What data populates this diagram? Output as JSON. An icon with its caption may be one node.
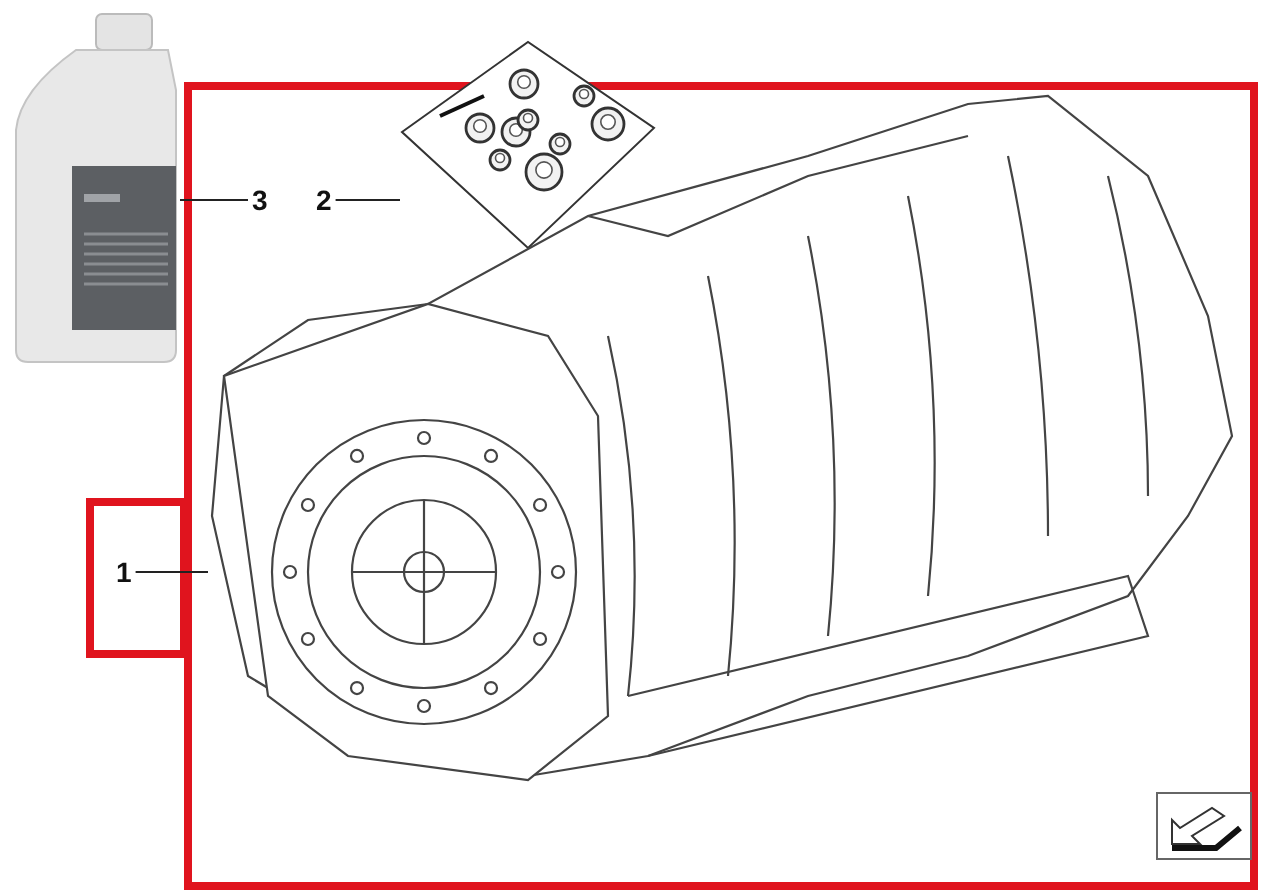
{
  "diagram": {
    "nodes": [
      {
        "text": [
          "3"
        ]
      },
      {
        "text": [
          "2"
        ]
      },
      {
        "text": [
          "1"
        ]
      },
      {
        "text": [],
        "shape": "picture"
      },
      {
        "text": [],
        "shape": "picture"
      },
      {
        "text": [],
        "shape": "picture"
      }
    ],
    "edges": [
      {
        "from": 0,
        "to": 3,
        "arrow": "none"
      },
      {
        "from": 1,
        "to": 4,
        "arrow": "none"
      },
      {
        "from": 2,
        "to": 5,
        "arrow": "none"
      }
    ]
  }
}
